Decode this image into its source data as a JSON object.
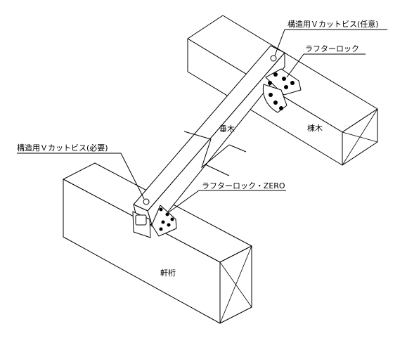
{
  "labels": {
    "screw_optional": "構造用Ｖカットビス(任意)",
    "rafter_lock": "ラフターロック",
    "screw_required": "構造用Ｖカットビス(必要)",
    "rafter": "垂木",
    "ridge_beam": "棟木",
    "rafter_lock_zero": "ラフターロック・ZERO",
    "eave_beam": "軒桁"
  }
}
